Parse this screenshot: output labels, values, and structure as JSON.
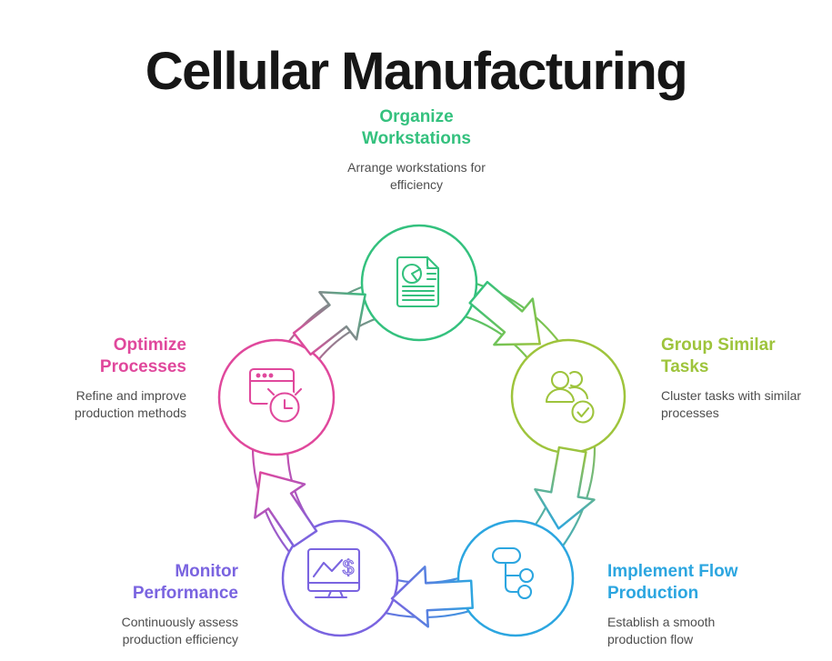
{
  "title": "Cellular Manufacturing",
  "colors": {
    "green": "#34c17e",
    "olive": "#9ec43c",
    "cyan": "#2ca6e0",
    "purple": "#7a64e0",
    "pink": "#e0489c",
    "title": "#161616",
    "description": "#4d4d4d"
  },
  "steps": [
    {
      "id": "organize-workstations",
      "label": "Organize Workstations",
      "description": "Arrange workstations for efficiency",
      "color": "green",
      "icon": "report-document-icon"
    },
    {
      "id": "group-similar-tasks",
      "label": "Group Similar Tasks",
      "description": "Cluster tasks with similar processes",
      "color": "olive",
      "icon": "team-check-icon"
    },
    {
      "id": "implement-flow-production",
      "label": "Implement Flow Production",
      "description": "Establish a smooth production flow",
      "color": "cyan",
      "icon": "flowchart-icon"
    },
    {
      "id": "monitor-performance",
      "label": "Monitor Performance",
      "description": "Continuously assess production efficiency",
      "color": "purple",
      "icon": "monitor-chart-dollar-icon"
    },
    {
      "id": "optimize-processes",
      "label": "Optimize Processes",
      "description": "Refine and improve production methods",
      "color": "pink",
      "icon": "browser-clock-icon"
    }
  ],
  "flow_order": [
    "organize-workstations",
    "group-similar-tasks",
    "implement-flow-production",
    "monitor-performance",
    "optimize-processes"
  ]
}
